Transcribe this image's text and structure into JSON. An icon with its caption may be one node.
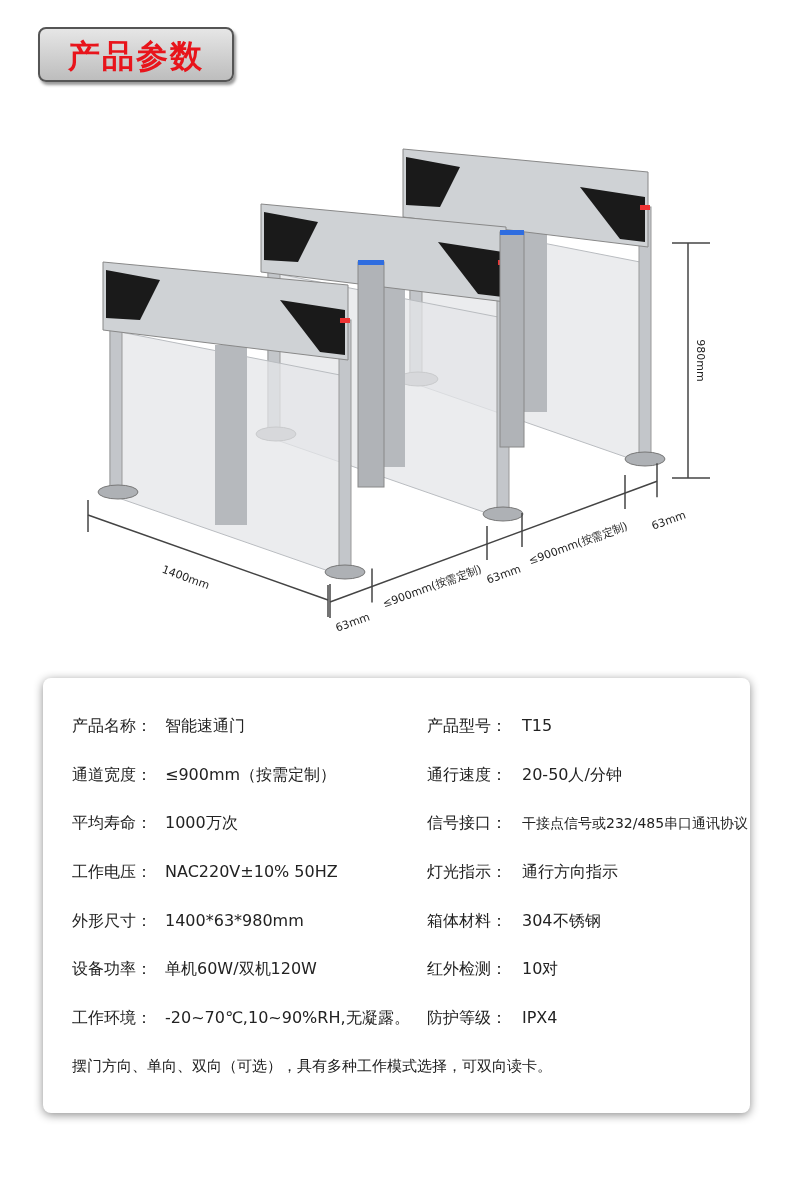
{
  "diagram": {
    "title": "产品参数",
    "labels": [
      "980mm",
      "63mm",
      "≤900mm(按需定制)",
      "63mm",
      "1400mm",
      "≤900mm(按需定制)",
      "63mm",
      "产品名称：",
      "智能速通门",
      "产品型号：",
      "T15",
      "通道宽度：",
      "≤900mm（按需定制）",
      "通行速度：",
      "20-50人/分钟",
      "平均寿命：",
      "1000万次",
      "信号接口：",
      "干接点信号或232/485串口通讯协议",
      "工作电压：",
      "NAC220V±10% 50HZ",
      "灯光指示：",
      "通行方向指示",
      "外形尺寸：",
      "1400*63*980mm",
      "箱体材料：",
      "304不锈钢",
      "设备功率：",
      "单机60W/双机120W",
      "红外检测：",
      "10对",
      "工作环境：",
      "-20~70℃,10~90%RH,无凝露。",
      "防护等级：",
      "IPX4",
      "摆门方向、单向、双向（可选），具有多种工作模式选择，可双向读卡。"
    ]
  }
}
